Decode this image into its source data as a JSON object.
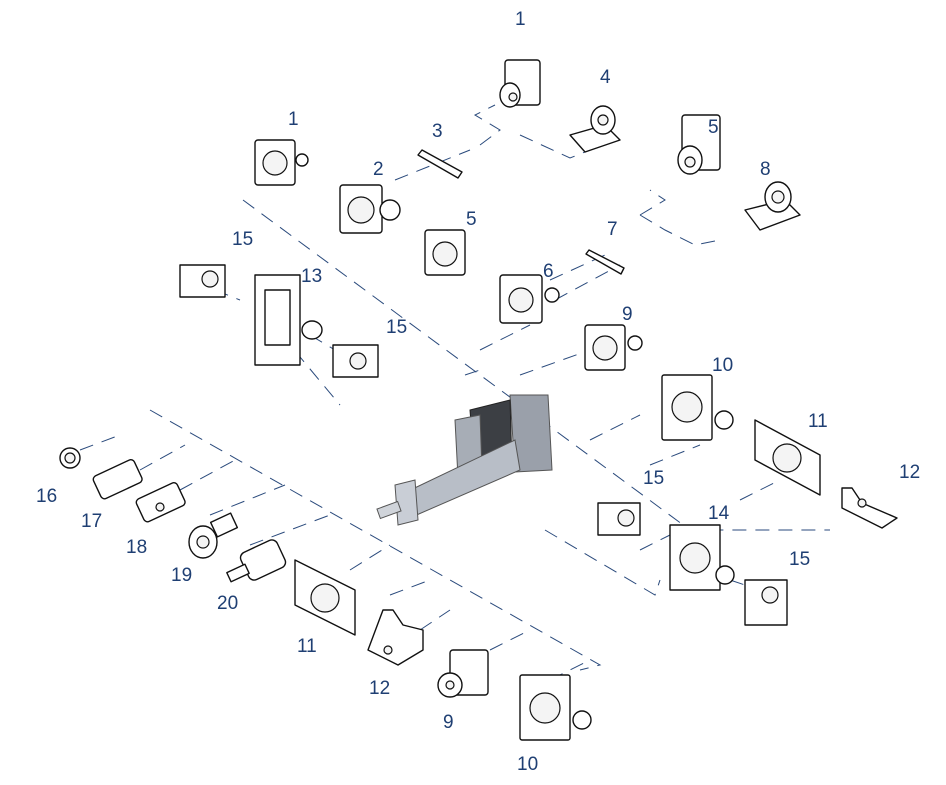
{
  "title": "Electric actuator mounting accessories — exploded view",
  "label_color": "#1f3f73",
  "center_part": "electric-linear-actuator",
  "labels": {
    "l1a": "1",
    "l4": "4",
    "l1b": "1",
    "l3": "3",
    "l5a": "5",
    "l8": "8",
    "l2": "2",
    "l5b": "5",
    "l7": "7",
    "l15a": "15",
    "l13": "13",
    "l6": "6",
    "l15b": "15",
    "l9a": "9",
    "l10a": "10",
    "l11a": "11",
    "l12a": "12",
    "l16": "16",
    "l17": "17",
    "l18": "18",
    "l15c": "15",
    "l14": "14",
    "l19": "19",
    "l20": "20",
    "l15d": "15",
    "l11b": "11",
    "l12b": "12",
    "l9b": "9",
    "l10b": "10"
  }
}
